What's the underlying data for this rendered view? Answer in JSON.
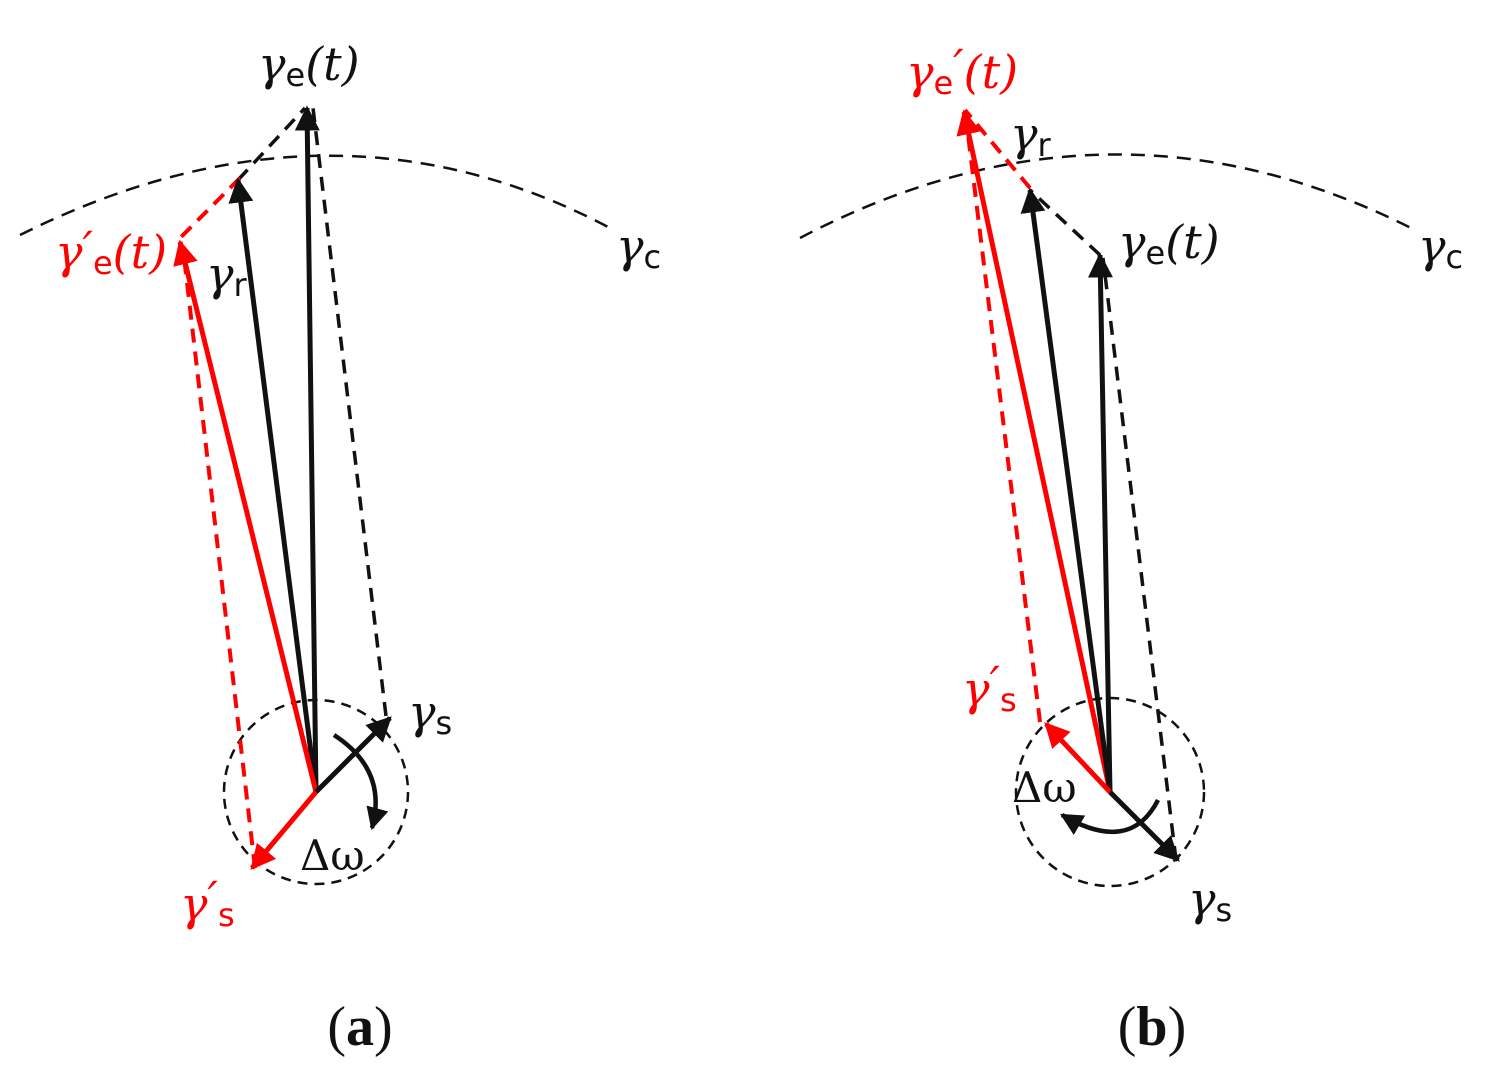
{
  "colors": {
    "black": "#111111",
    "red": "#ff0000"
  },
  "panel_a": {
    "gamma": "γ",
    "ge_sub": "e",
    "ge_arg": "(t)",
    "gr_sub": "r",
    "ge_prime_mark": "′",
    "ge_prime_sub": "e",
    "ge_prime_arg": "(t)",
    "gc_sub": "c",
    "gs_sub": "s",
    "gs_prime_mark": "′",
    "gs_prime_sub": "s",
    "delta_omega": "Δω",
    "caption_open": "(",
    "caption_letter": "a",
    "caption_close": ")"
  },
  "panel_b": {
    "gamma": "γ",
    "ge_prime_sub": "e",
    "ge_prime_mark": "′",
    "ge_prime_arg": "(t)",
    "gr_sub": "r",
    "ge_sub": "e",
    "ge_arg": "(t)",
    "gc_sub": "c",
    "gs_prime_mark": "′",
    "gs_prime_sub": "s",
    "gs_sub": "s",
    "delta_omega": "Δω",
    "caption_open": "(",
    "caption_letter": "b",
    "caption_close": ")"
  }
}
